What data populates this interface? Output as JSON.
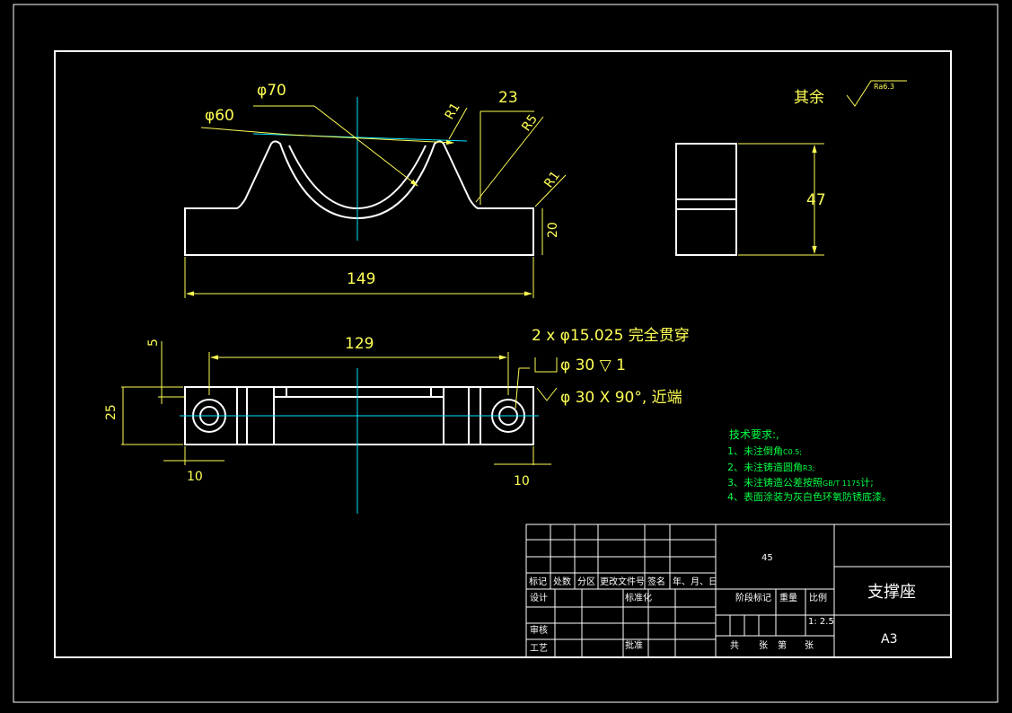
{
  "colors": {
    "background": "#000000",
    "outline": "#ffffff",
    "dimension": "#ffff55",
    "centerline": "#00e5ff",
    "note": "#00ff44"
  },
  "surface_finish": {
    "label": "其余",
    "symbol_value": "Ra6.3"
  },
  "front_view": {
    "dia_70": "φ70",
    "dia_60": "φ60",
    "r1_top": "R1",
    "r5": "R5",
    "r1_side": "R1",
    "dim_23": "23",
    "dim_20": "20",
    "dim_149": "149"
  },
  "side_view": {
    "dim_47": "47"
  },
  "top_view": {
    "dim_129": "129",
    "dim_5": "5",
    "dim_25": "25",
    "dim_10_left": "10",
    "dim_10_right": "10",
    "hole_note_1": "2 x φ15.025 完全贯穿",
    "hole_note_2": "φ 30 ▽ 1",
    "hole_note_3": "φ 30 X 90°, 近端"
  },
  "technical_requirements": {
    "heading": "技术要求:,",
    "items": [
      {
        "main": "1、未注倒角",
        "small": "C0.5;"
      },
      {
        "main": "2、未注铸造圆角",
        "small": "R3;"
      },
      {
        "main": "3、未注铸造公差按照",
        "small": "GB/T 1175",
        "tail": "计;"
      },
      {
        "main": "4、表面涂装为灰白色环氧防锈底漆。"
      }
    ]
  },
  "title_block": {
    "material": "45",
    "part_name": "支撑座",
    "sheet_size": "A3",
    "revision_header": [
      "标记",
      "处数",
      "分区",
      "更改文件号",
      "签名",
      "年、月、日"
    ],
    "design": "设计",
    "standardization": "标准化",
    "review": "审核",
    "process": "工艺",
    "approve": "批准",
    "stage_mark": "阶段标记",
    "weight": "重量",
    "scale_label": "比例",
    "scale_value": "1: 2.5",
    "sheets_total": "共",
    "sheets_total_unit": "张",
    "sheet_no": "第",
    "sheet_no_unit": "张"
  }
}
